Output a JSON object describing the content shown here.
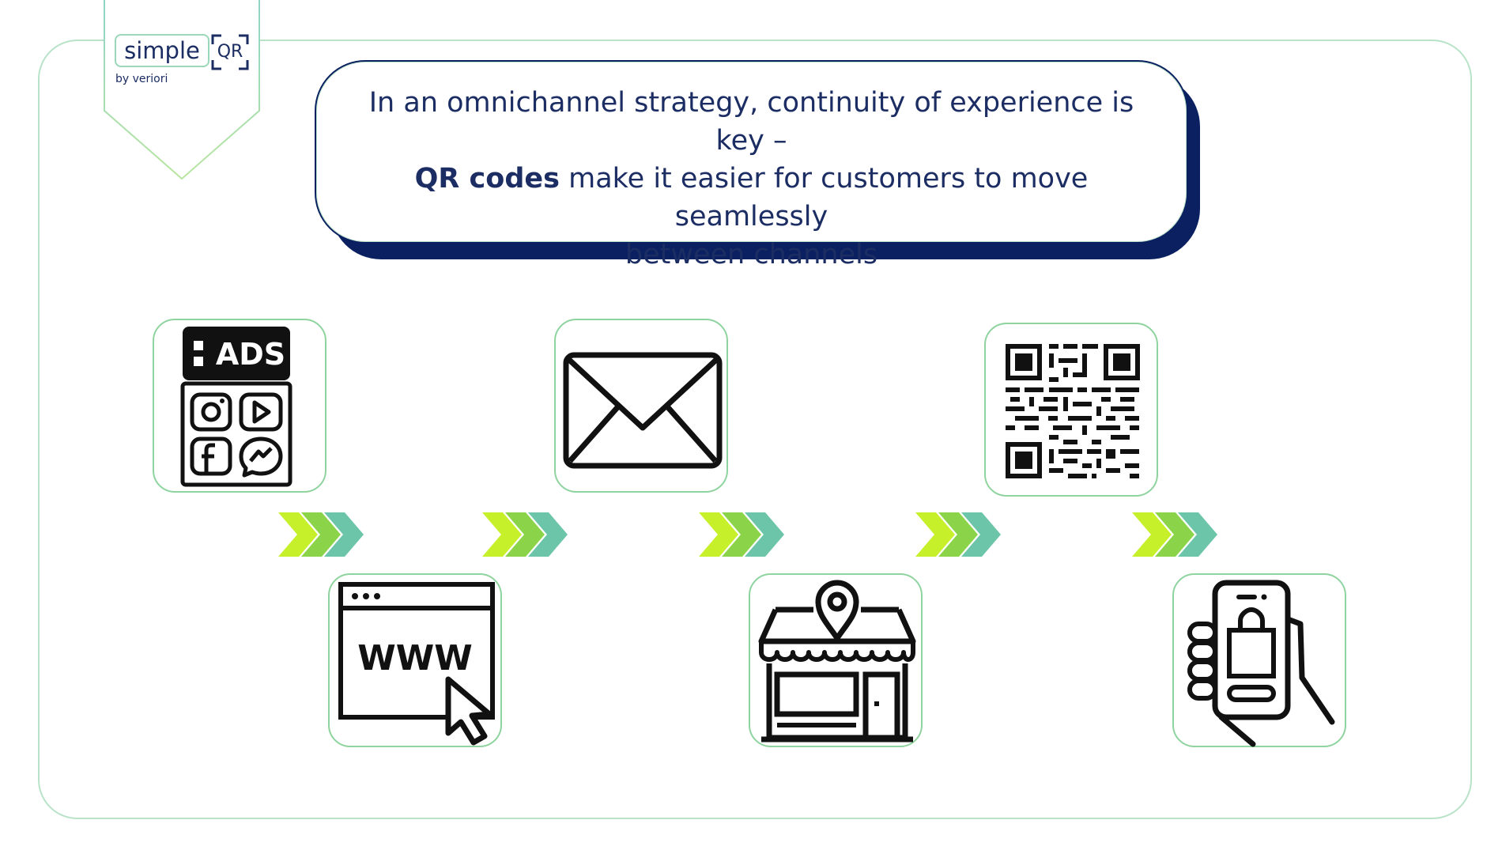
{
  "logo": {
    "name": "simple",
    "mark": "QR",
    "tagline": "by veriori"
  },
  "callout": {
    "line1": "In an omnichannel strategy, continuity of experience is key –",
    "bold": "QR codes",
    "line2_rest": " make it easier for customers to move seamlessly",
    "line3": "between channels"
  },
  "icons": {
    "ads_label": "ADS",
    "www_label": "WWW"
  },
  "colors": {
    "navy": "#0b2060",
    "text": "#1b2d63",
    "chevron_light": "#c6f02a",
    "chevron_mid": "#8bd44a",
    "chevron_teal": "#6cc5a8",
    "border_green": "#8fd39f"
  }
}
